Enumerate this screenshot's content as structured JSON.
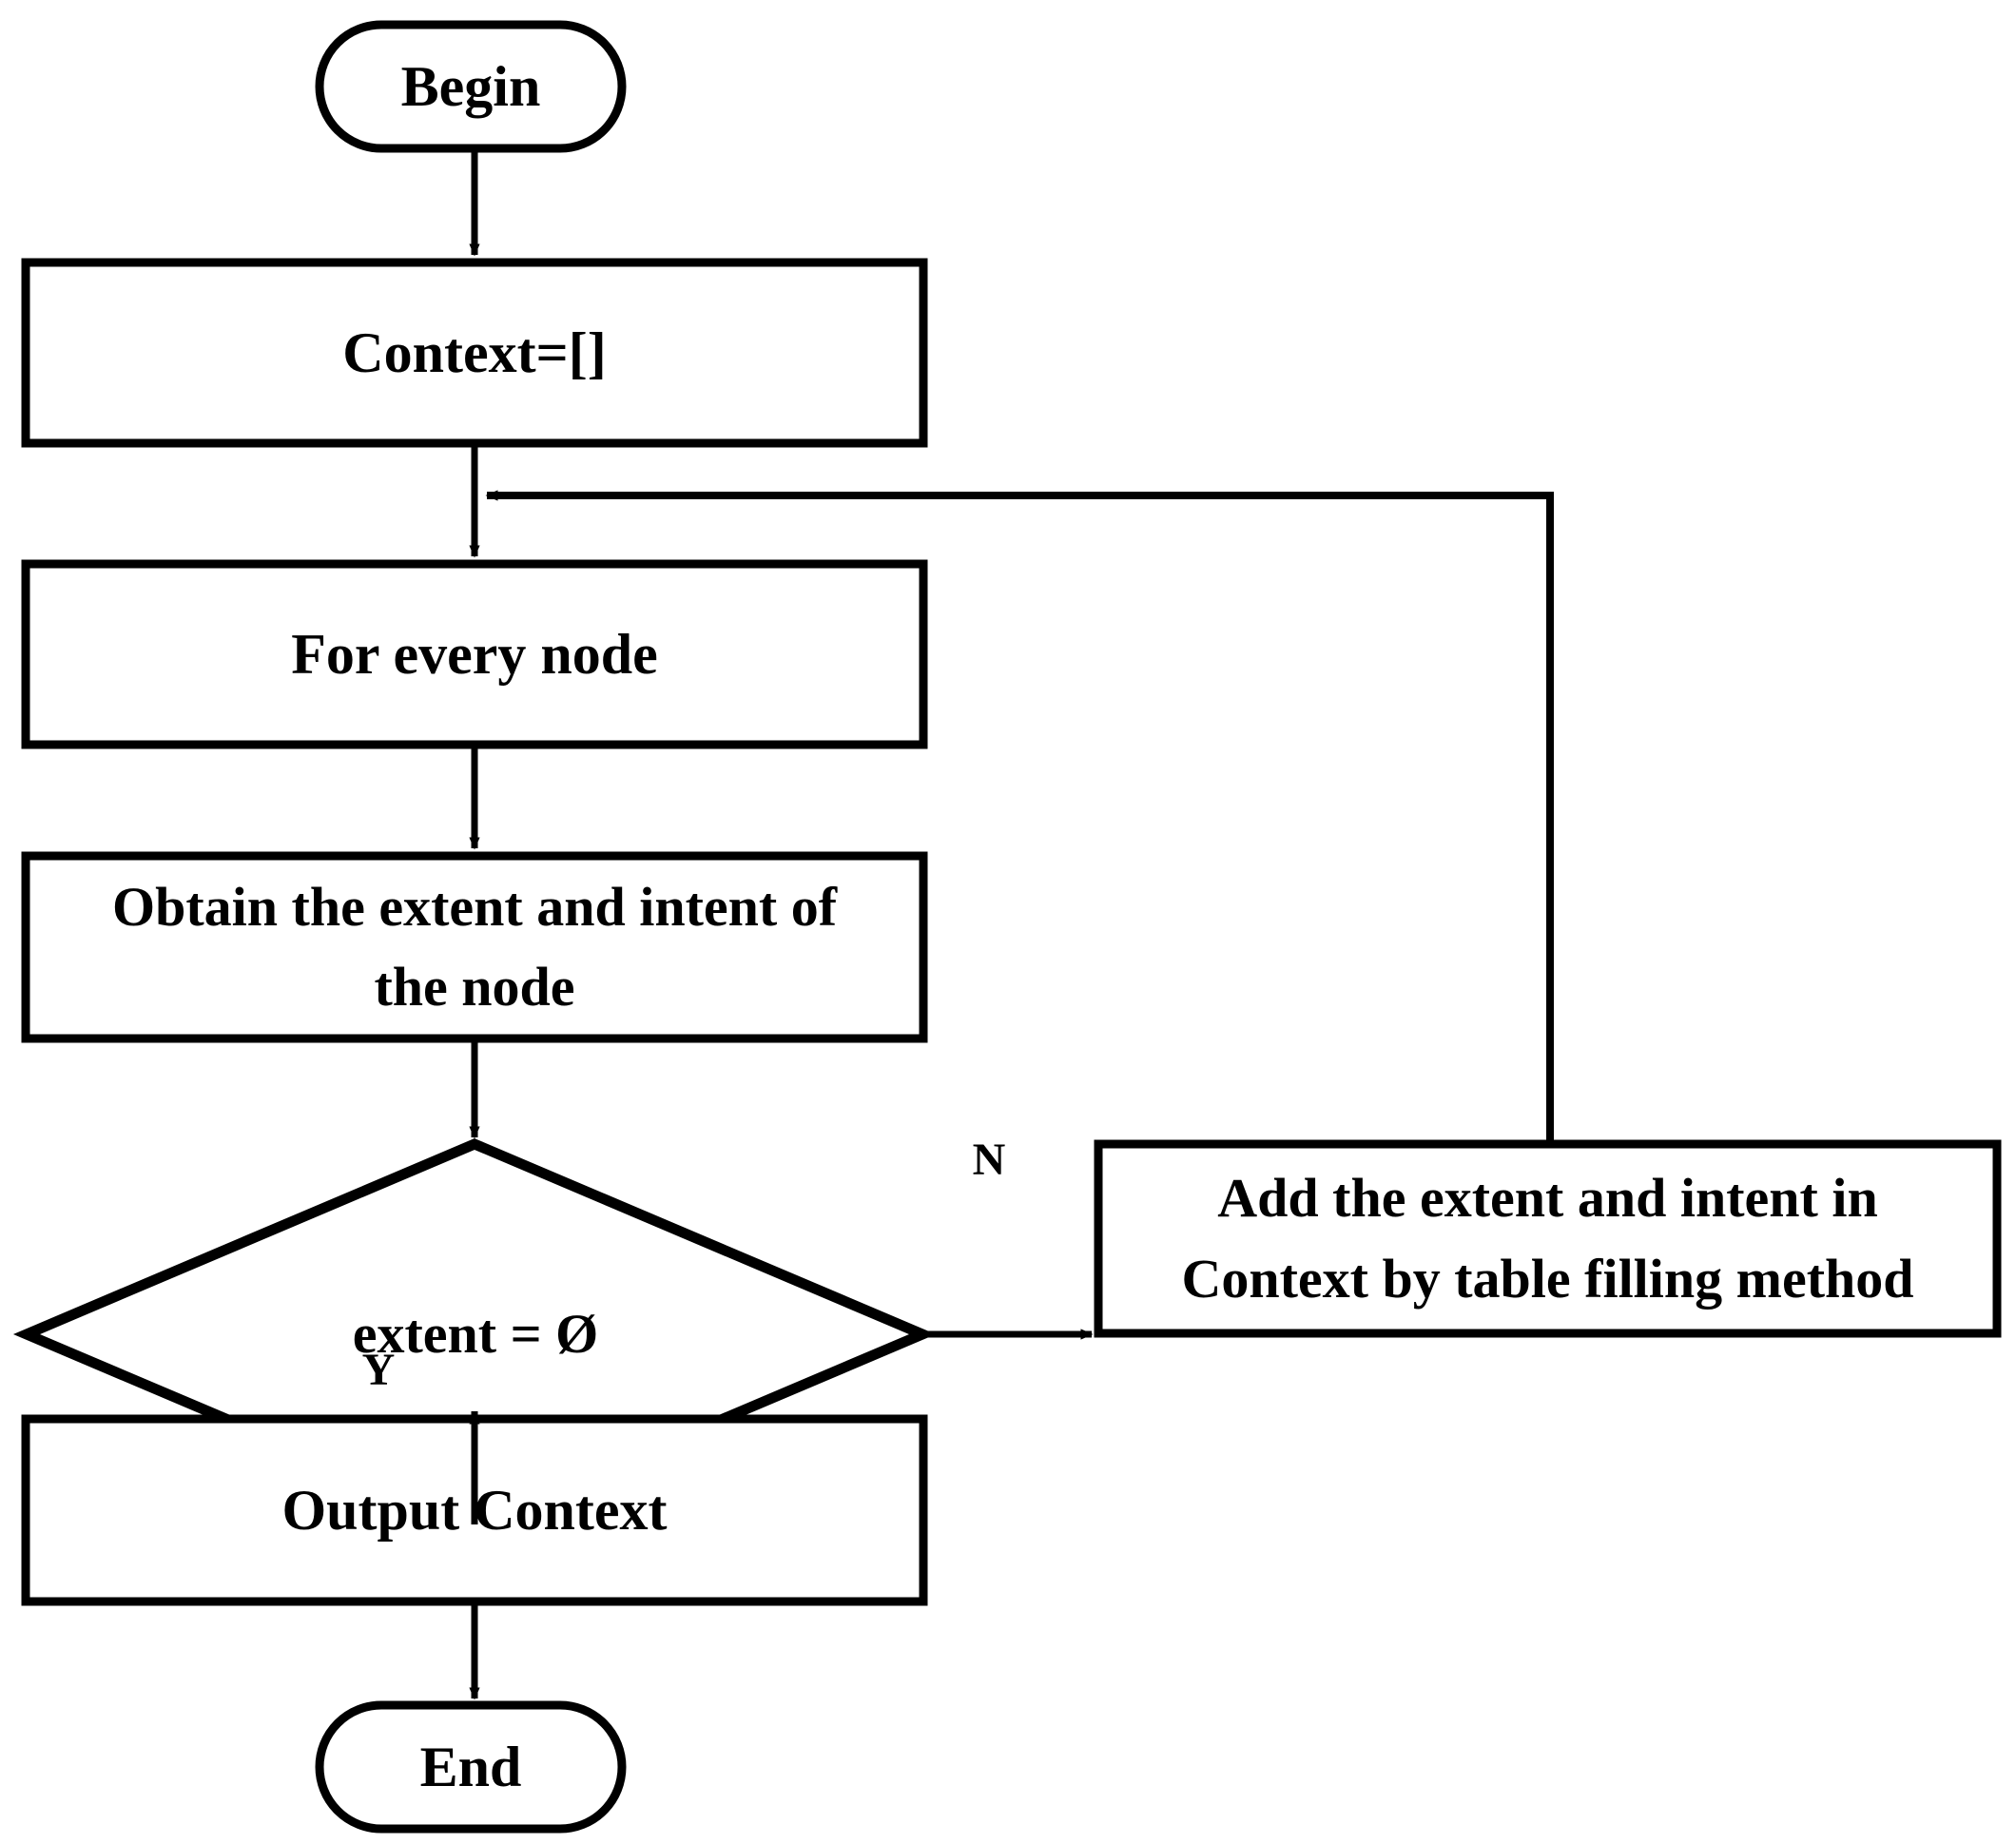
{
  "diagram": {
    "type": "flowchart",
    "title": "",
    "background_color": "#ffffff",
    "stroke_color": "#000000",
    "text_color": "#000000",
    "nodes": [
      {
        "id": "begin",
        "shape": "terminator",
        "label": "Begin"
      },
      {
        "id": "init",
        "shape": "process",
        "label": "Context=[]"
      },
      {
        "id": "loop",
        "shape": "process",
        "label": "For every node"
      },
      {
        "id": "obtain",
        "shape": "process",
        "label": "Obtain the extent and intent of\nthe node"
      },
      {
        "id": "decision",
        "shape": "decision",
        "label": "extent = Ø"
      },
      {
        "id": "add",
        "shape": "process",
        "label": "Add the extent and intent in\nContext by table filling method"
      },
      {
        "id": "output",
        "shape": "process",
        "label": "Output Context"
      },
      {
        "id": "end",
        "shape": "terminator",
        "label": "End"
      }
    ],
    "edges": [
      {
        "from": "begin",
        "to": "init",
        "label": ""
      },
      {
        "from": "init",
        "to": "loop",
        "label": ""
      },
      {
        "from": "loop",
        "to": "obtain",
        "label": ""
      },
      {
        "from": "obtain",
        "to": "decision",
        "label": ""
      },
      {
        "from": "decision",
        "to": "add",
        "label": "N"
      },
      {
        "from": "decision",
        "to": "output",
        "label": "Y"
      },
      {
        "from": "add",
        "to": "loop",
        "label": ""
      },
      {
        "from": "output",
        "to": "end",
        "label": ""
      }
    ],
    "edge_labels": {
      "no": "N",
      "yes": "Y"
    }
  }
}
